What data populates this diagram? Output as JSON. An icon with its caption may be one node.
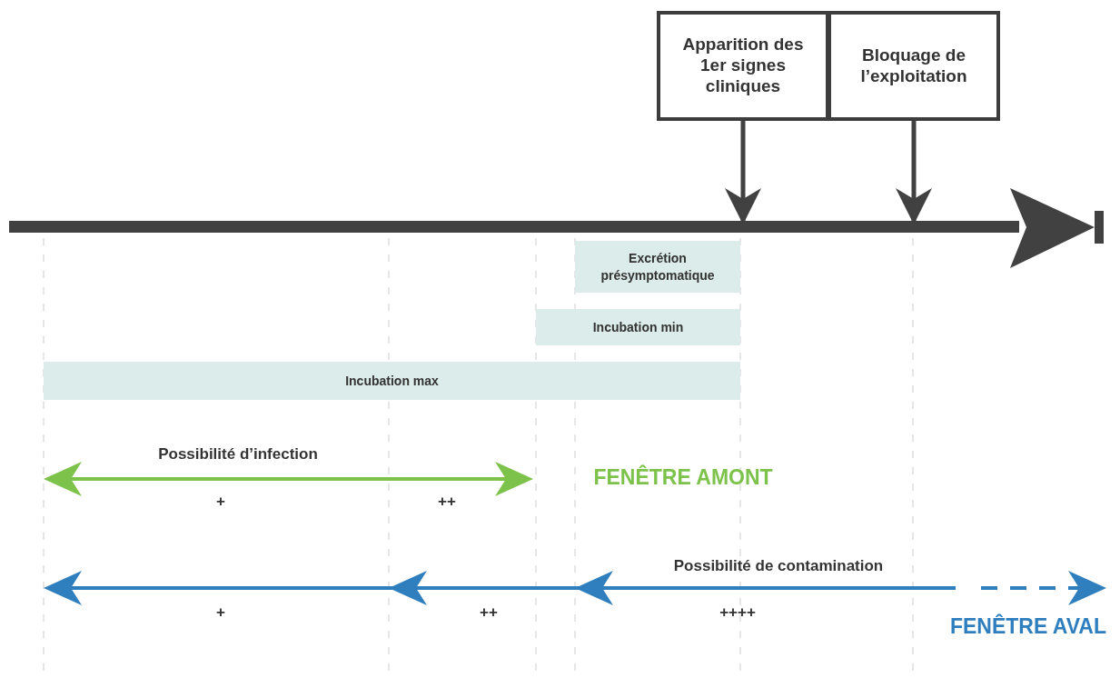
{
  "diagram": {
    "nodes": [
      {
        "text": [
          "Apparition des 1er signes cliniques"
        ]
      },
      {
        "text": [
          "Bloquage de l’exploitation"
        ]
      },
      {
        "text": [],
        "shape": "bar"
      },
      {
        "text": [
          "Excrétion présymptomatique"
        ]
      },
      {
        "text": [
          "Incubation min"
        ]
      },
      {
        "text": [
          "Incubation max"
        ]
      }
    ],
    "edges": [
      {
        "from": 0,
        "to": 2,
        "arrow": "to"
      },
      {
        "from": 1,
        "to": 2,
        "arrow": "to"
      }
    ],
    "labels": [
      "Possibilité d’infection",
      "+",
      "++",
      "FENÊTRE AMONT",
      "Possibilité de contamination",
      "+",
      "++",
      "++++",
      "FENÊTRE AVAL"
    ]
  }
}
